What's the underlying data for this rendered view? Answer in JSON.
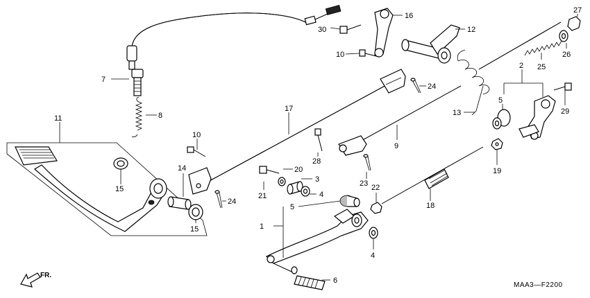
{
  "diagram": {
    "code": "MAA3—F2200",
    "direction_label": "FR.",
    "labels": {
      "p1": "1",
      "p2": "2",
      "p3": "3",
      "p4a": "4",
      "p4b": "4",
      "p5a": "5",
      "p5b": "5",
      "p6": "6",
      "p7": "7",
      "p8": "8",
      "p9": "9",
      "p10a": "10",
      "p10b": "10",
      "p11": "11",
      "p12": "12",
      "p13": "13",
      "p14": "14",
      "p15a": "15",
      "p15b": "15",
      "p16": "16",
      "p17": "17",
      "p18": "18",
      "p19": "19",
      "p20": "20",
      "p21": "21",
      "p22": "22",
      "p23": "23",
      "p24a": "24",
      "p24b": "24",
      "p25": "25",
      "p26": "26",
      "p27": "27",
      "p28": "28",
      "p29": "29",
      "p30": "30"
    }
  }
}
